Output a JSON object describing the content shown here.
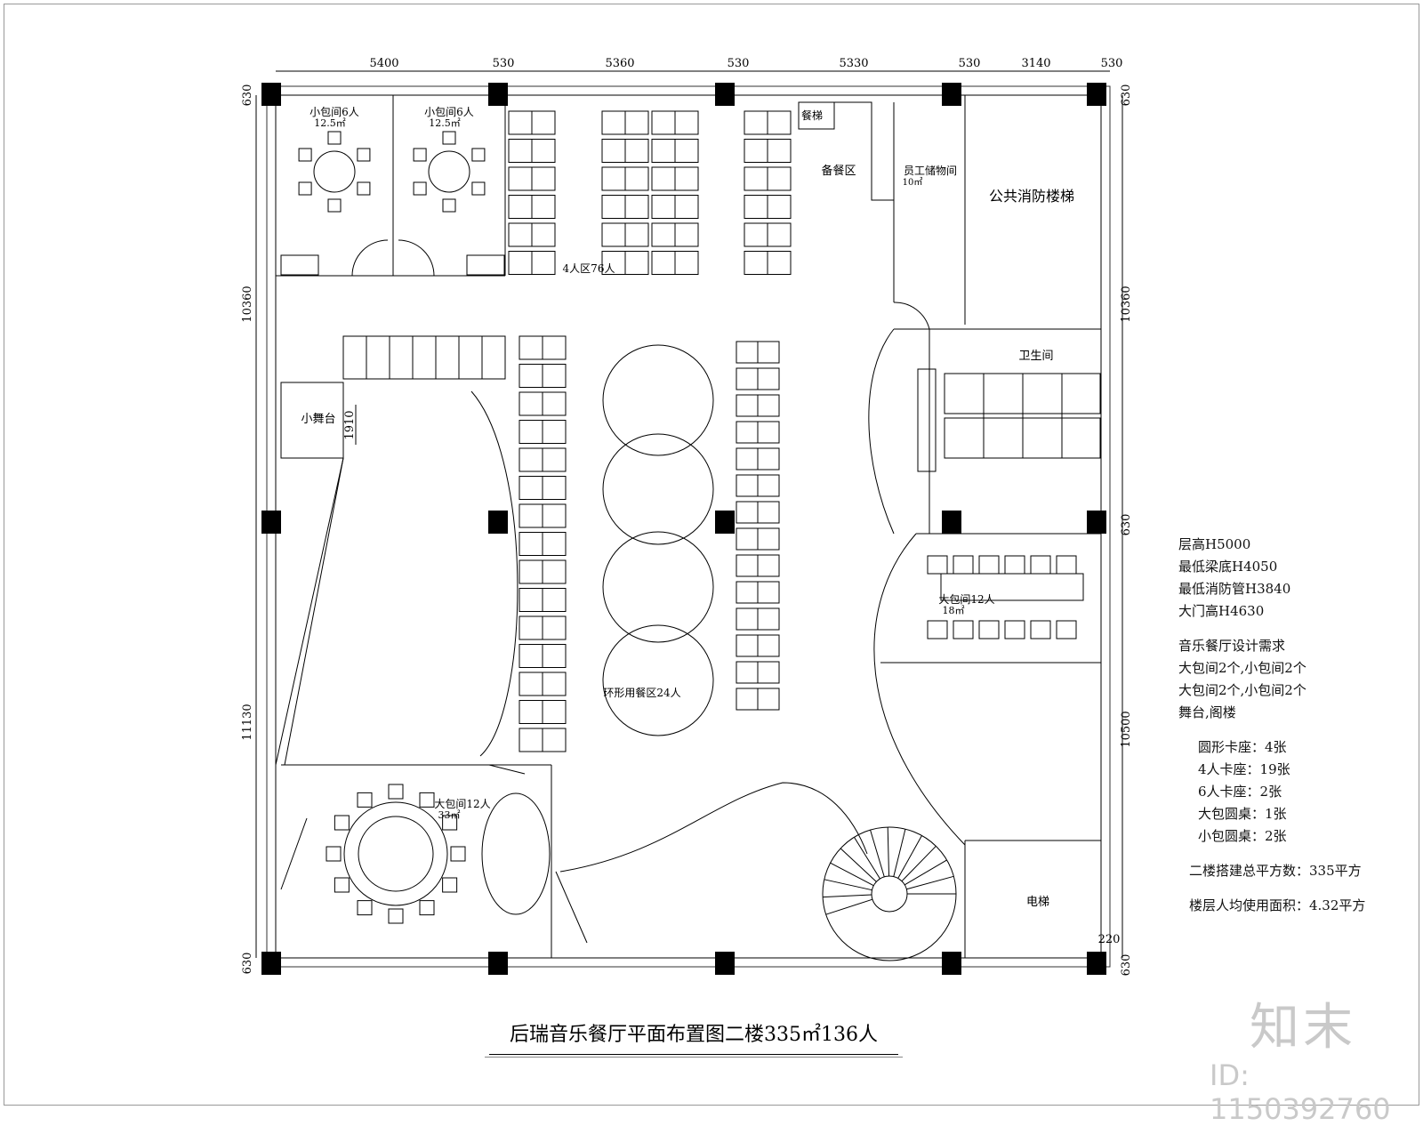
{
  "title": "后瑞音乐餐厅平面布置图二楼335㎡136人",
  "dimensions": {
    "top": [
      "5400",
      "530",
      "5360",
      "530",
      "5330",
      "530",
      "3140",
      "530"
    ],
    "left": [
      "630",
      "10360",
      "11130",
      "630"
    ],
    "right": [
      "630",
      "10360",
      "630",
      "10500",
      "220",
      "630"
    ],
    "stage_depth": "1910"
  },
  "rooms": {
    "small_room_1": "小包间6人",
    "small_room_1_area": "12.5㎡",
    "small_room_2": "小包间6人",
    "small_room_2_area": "12.5㎡",
    "food_lift": "餐梯",
    "prep_area": "备餐区",
    "staff_storage": "员工储物间",
    "staff_storage_area": "10㎡",
    "fire_stair": "公共消防楼梯",
    "four_seat_zone": "4人区76人",
    "stage": "小舞台",
    "restroom": "卫生间",
    "ring_zone": "环形用餐区24人",
    "big_room_right": "大包间12人",
    "big_room_right_area": "18㎡",
    "big_room_left": "大包间12人",
    "big_room_left_area": "33㎡",
    "elevator": "电梯"
  },
  "notes": {
    "floor_height": "层高H5000",
    "beam_bottom": "最低梁底H4050",
    "fire_pipe": "最低消防管H3840",
    "door_height": "大门高H4630",
    "req_title": "音乐餐厅设计需求",
    "req_1": "大包间2个,小包间2个",
    "req_2": "大包间2个,小包间2个",
    "req_3": "舞台,阁楼",
    "stat_round_booth": "圆形卡座：4张",
    "stat_four_booth": "4人卡座：19张",
    "stat_six_booth": "6人卡座：2张",
    "stat_big_table": "大包圆桌：1张",
    "stat_small_table": "小包圆桌：2张",
    "total_area": "二楼搭建总平方数：335平方",
    "per_capita": "楼层人均使用面积：4.32平方"
  },
  "watermark": {
    "logo": "知末",
    "id": "ID: 1150392760"
  }
}
